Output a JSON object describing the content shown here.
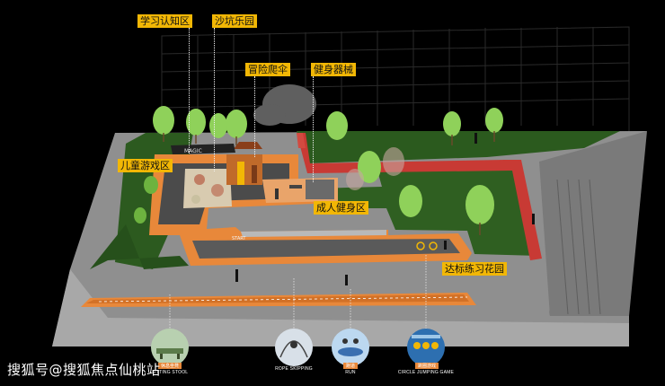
{
  "zones": {
    "learning": "学习认知区",
    "sandpit": "沙坑乐园",
    "adventure": "冒险爬伞",
    "fitness_equipment": "健身器械",
    "children_play": "儿童游戏区",
    "adult_fitness": "成人健身区",
    "training_garden": "达标练习花园"
  },
  "activities": [
    {
      "title": "SITTING STOOL",
      "sub": "休息坐凳"
    },
    {
      "title": "ROPE SKIPPING",
      "sub": ""
    },
    {
      "title": "RUN",
      "sub": "跑道"
    },
    {
      "title": "CIRCLE JUMPING GAME",
      "sub": "跳圈游戏"
    }
  ],
  "watermark": "搜狐号@搜狐焦点仙桃站",
  "signage": {
    "magic": "MAGIC",
    "start": "START"
  },
  "colors": {
    "background": "#000000",
    "lawn": "#2c5a1f",
    "track_red": "#c83a34",
    "orange_path": "#e8883a",
    "label_yellow": "#f2b705",
    "pavement": "#9a9a9a"
  }
}
